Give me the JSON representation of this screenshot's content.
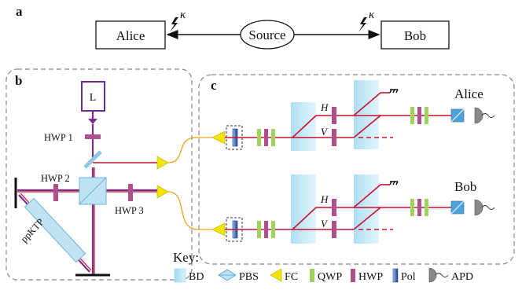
{
  "panels": {
    "a": "a",
    "b": "b",
    "c": "c"
  },
  "panel_a": {
    "left": "Alice",
    "center": "Source",
    "right": "Bob",
    "noise_symbol": "κ"
  },
  "panel_b": {
    "laser": "L",
    "hwp1": "HWP 1",
    "hwp2": "HWP 2",
    "hwp3": "HWP 3",
    "crystal": "ppKTP"
  },
  "panel_c": {
    "alice": "Alice",
    "bob": "Bob",
    "h": "H",
    "v": "V"
  },
  "key": {
    "title": "Key:",
    "items": [
      "BD",
      "PBS",
      "FC",
      "QWP",
      "HWP",
      "Pol",
      "APD"
    ]
  },
  "colors": {
    "red_beam": "#c8102e",
    "pump_beam": "#7b2d8e",
    "bd": "#bfe6f5",
    "qwp": "#9fd45c",
    "hwp": "#b0508a",
    "fc": "#f2e600",
    "fiber": "#f0a020",
    "pol": "#2a4d9b"
  }
}
